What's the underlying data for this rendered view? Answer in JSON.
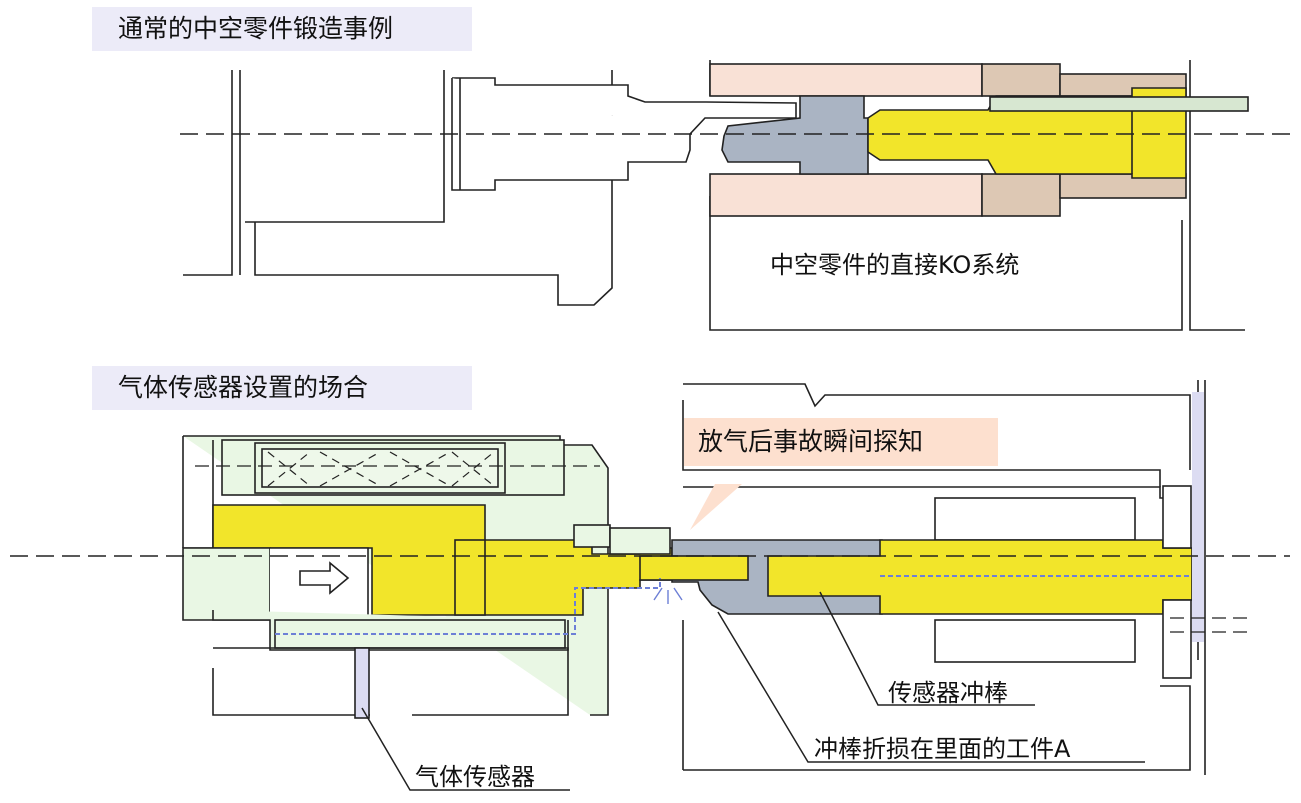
{
  "captions": {
    "top": "通常的中空零件锻造事例",
    "bottom": "气体传感器设置的场合"
  },
  "labels": {
    "direct_ko": "中空零件的直接KO系统",
    "instant_detect": "放气后事故瞬间探知",
    "sensor_punch": "传感器冲棒",
    "broken_workpiece": "冲棒折损在里面的工件A",
    "gas_sensor": "气体传感器"
  },
  "colors": {
    "yellow": "#f2e52a",
    "gray": "#aab4c3",
    "green_light": "#e9f7e4",
    "peach": "#f9e1d6",
    "tan": "#ddc8b4",
    "sage": "#d7e7d1",
    "lavender": "#dcdcf2",
    "caption_bg": "#ecebf8",
    "callout_bg": "#fde0cf"
  },
  "icons": {
    "flow_arrow": "right-hollow-arrow-icon"
  }
}
